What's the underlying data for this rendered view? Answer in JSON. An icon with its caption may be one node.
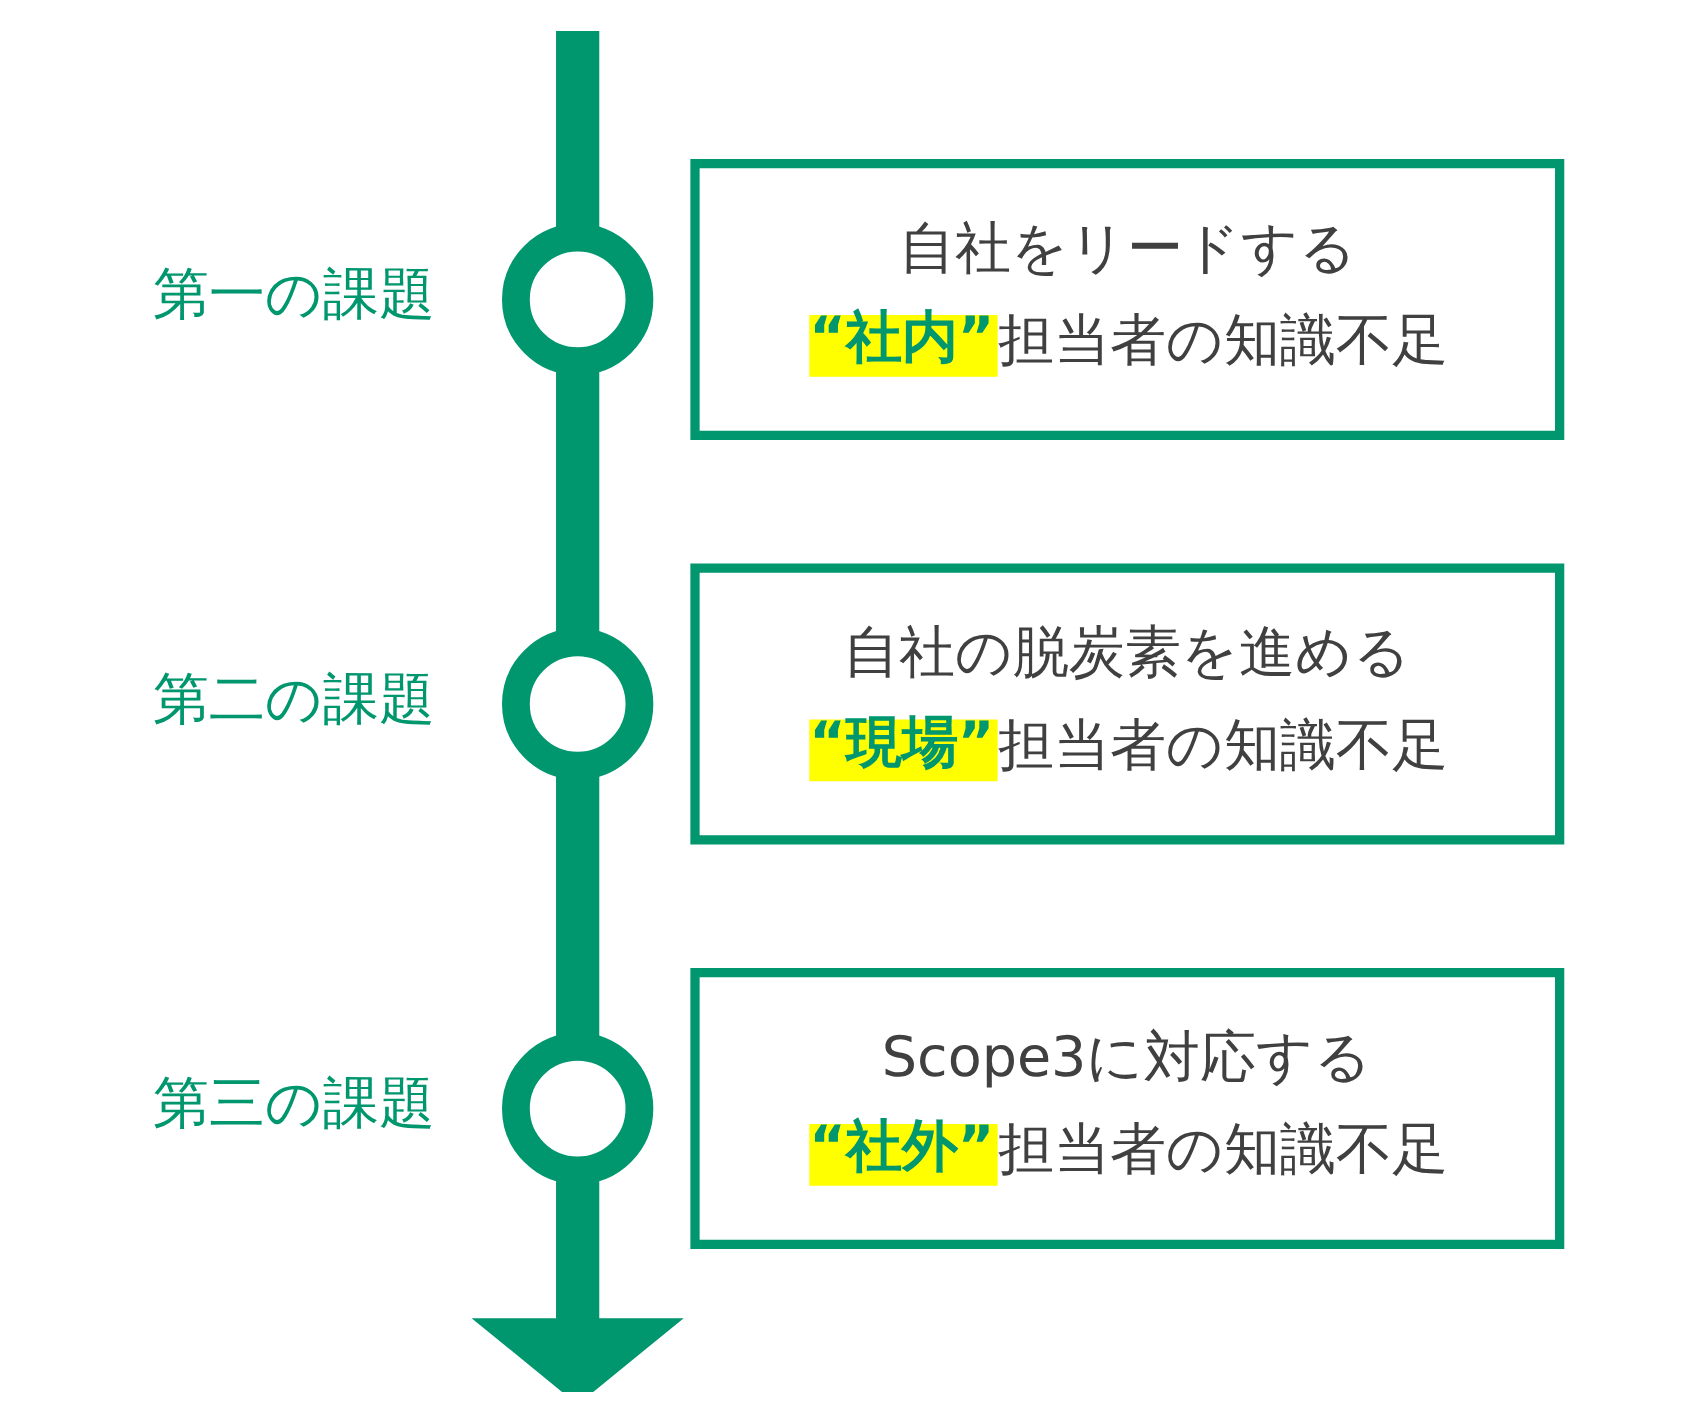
{
  "diagram": {
    "nodes": [
      {
        "text": [],
        "shape": "circle",
        "beside": [
          "第一の課題"
        ]
      },
      {
        "text": [
          "自社をリードする",
          "**“社内”**担当者の知識不足"
        ]
      },
      {
        "text": [],
        "shape": "circle",
        "beside": [
          "第二の課題"
        ]
      },
      {
        "text": [
          "自社の脱炭素を進める",
          "**“現場”**担当者の知識不足"
        ]
      },
      {
        "text": [],
        "shape": "circle",
        "beside": [
          "第三の課題"
        ]
      },
      {
        "text": [
          "Scope3に対応する",
          "**“社外”**担当者の知識不足"
        ]
      }
    ],
    "edges": [
      {
        "from": null,
        "to": 0,
        "arrow": "none"
      },
      {
        "from": 0,
        "to": 2,
        "arrow": "none"
      },
      {
        "from": 2,
        "to": 4,
        "arrow": "none"
      },
      {
        "from": 4,
        "to": null,
        "arrow": "to"
      }
    ]
  }
}
